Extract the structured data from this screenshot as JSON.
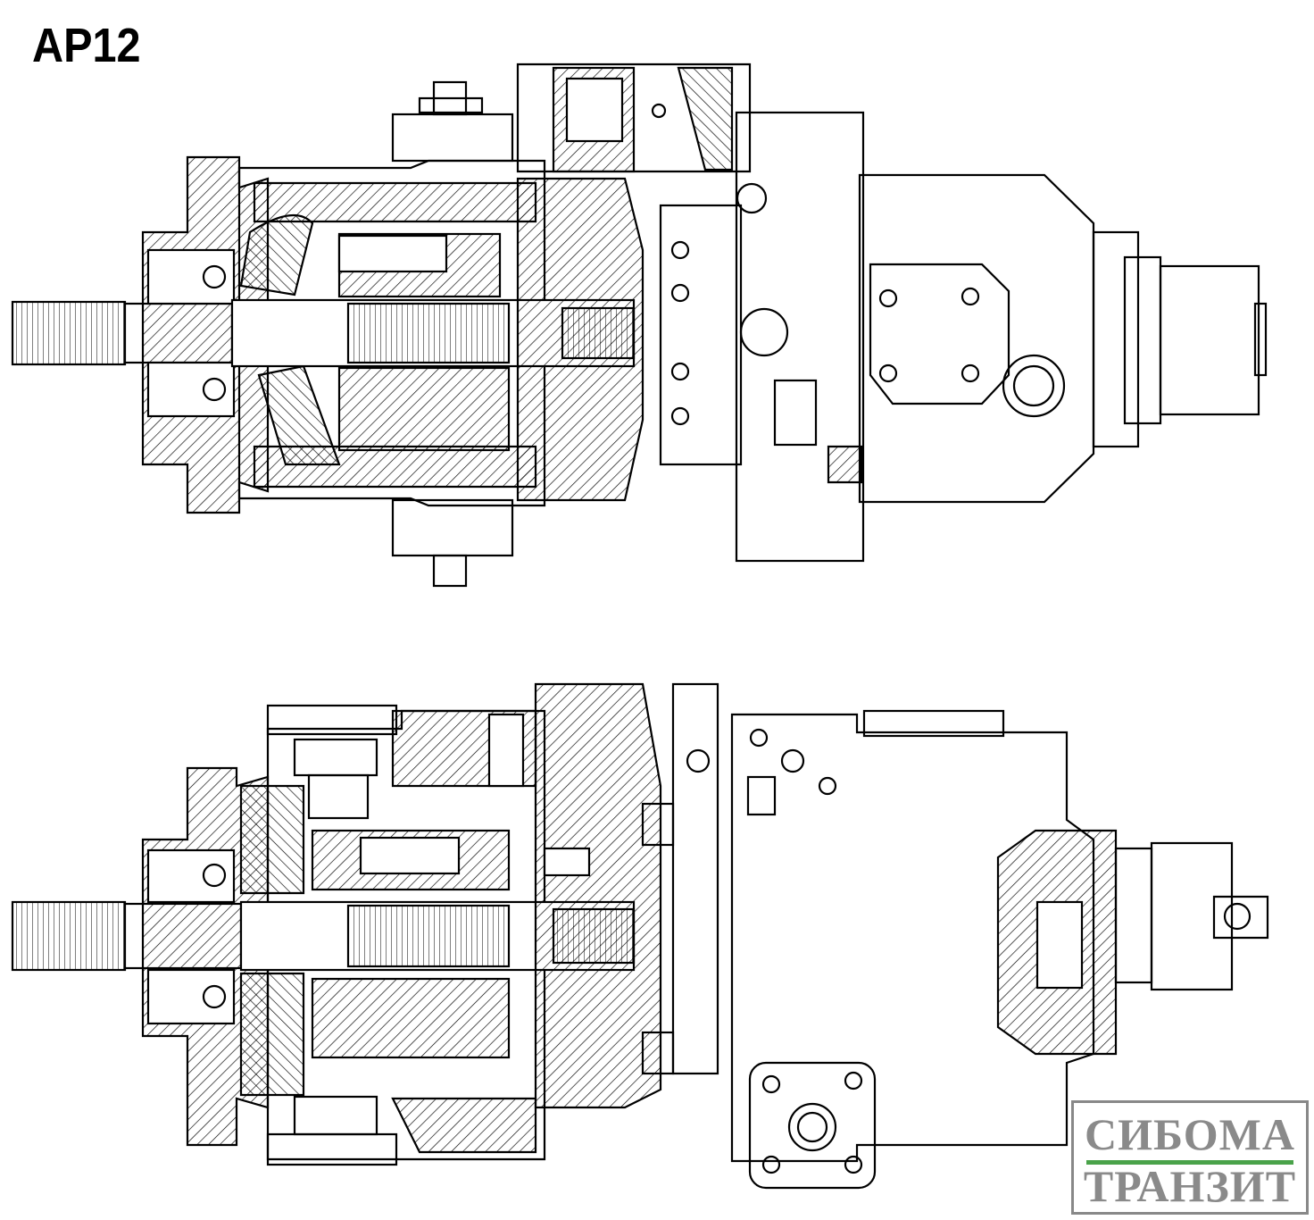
{
  "title": "AP12",
  "logo": {
    "line1": "СИБОМА",
    "line2": "ТРАНЗИТ",
    "accent_color": "#4aa34a",
    "text_color": "#8a8a8a"
  }
}
